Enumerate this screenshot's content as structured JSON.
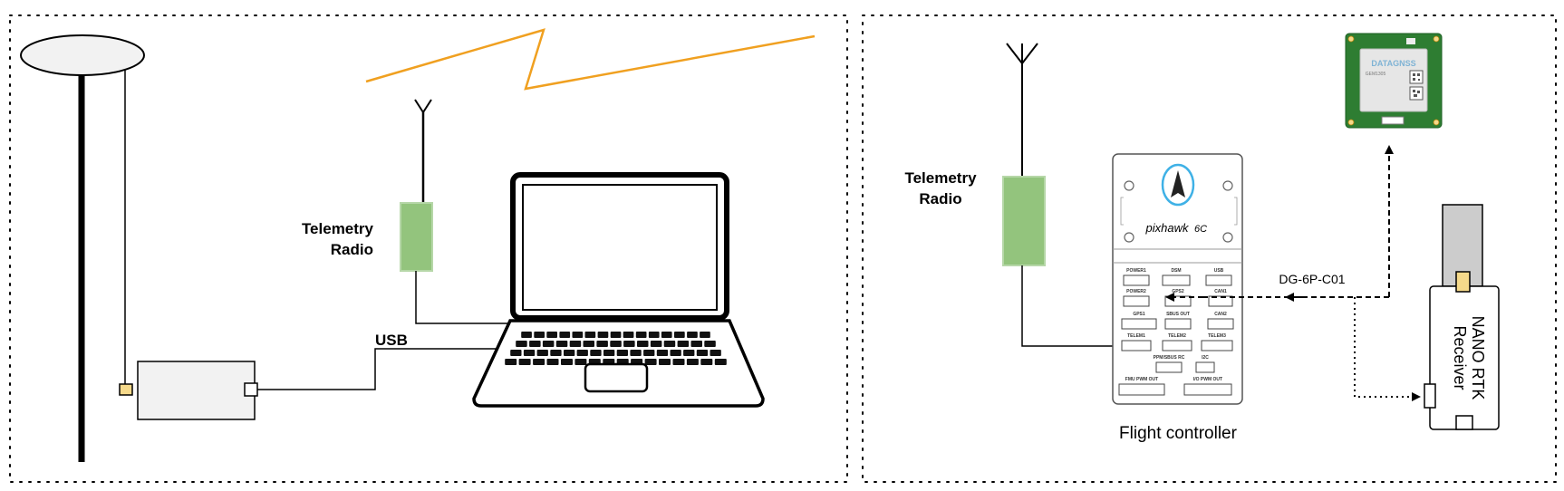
{
  "labels": {
    "telemetry_left_line1": "Telemetry",
    "telemetry_left_line2": "Radio",
    "usb": "USB",
    "telemetry_right_line1": "Telemetry",
    "telemetry_right_line2": "Radio",
    "flight_controller": "Flight controller",
    "cable": "DG-6P-C01",
    "nano_line1": "NANO RTK",
    "nano_line2": "Receiver"
  },
  "pixhawk": {
    "brand": "pixhawk",
    "model": "6C",
    "ports": {
      "power1": "POWER1",
      "dsm": "DSM",
      "usb": "USB",
      "power2": "POWER2",
      "gps2": "GPS2",
      "can1": "CAN1",
      "gps1": "GPS1",
      "sbus_out": "SBUS OUT",
      "can2": "CAN2",
      "telem1": "TELEM1",
      "telem2": "TELEM2",
      "telem3": "TELEM3",
      "ppm_sbus_rc": "PPM/SBUS RC",
      "i2c": "I2C",
      "fmu_pwm_out": "FMU PWM OUT",
      "io_pwm_out": "I/O PWM OUT"
    }
  },
  "gnss": {
    "brand": "DATAGNSS",
    "model": "GEM1305"
  },
  "colors": {
    "radio_green": "#93c47d",
    "radio_border": "#b6d7a8",
    "box_fill": "#f2f2f2",
    "connector_yellow": "#f5d98a",
    "wireless_link": "#f0a020",
    "board_green": "#2e7d32",
    "compass_blue": "#3fb1e6",
    "antenna_gray": "#cccccc"
  }
}
